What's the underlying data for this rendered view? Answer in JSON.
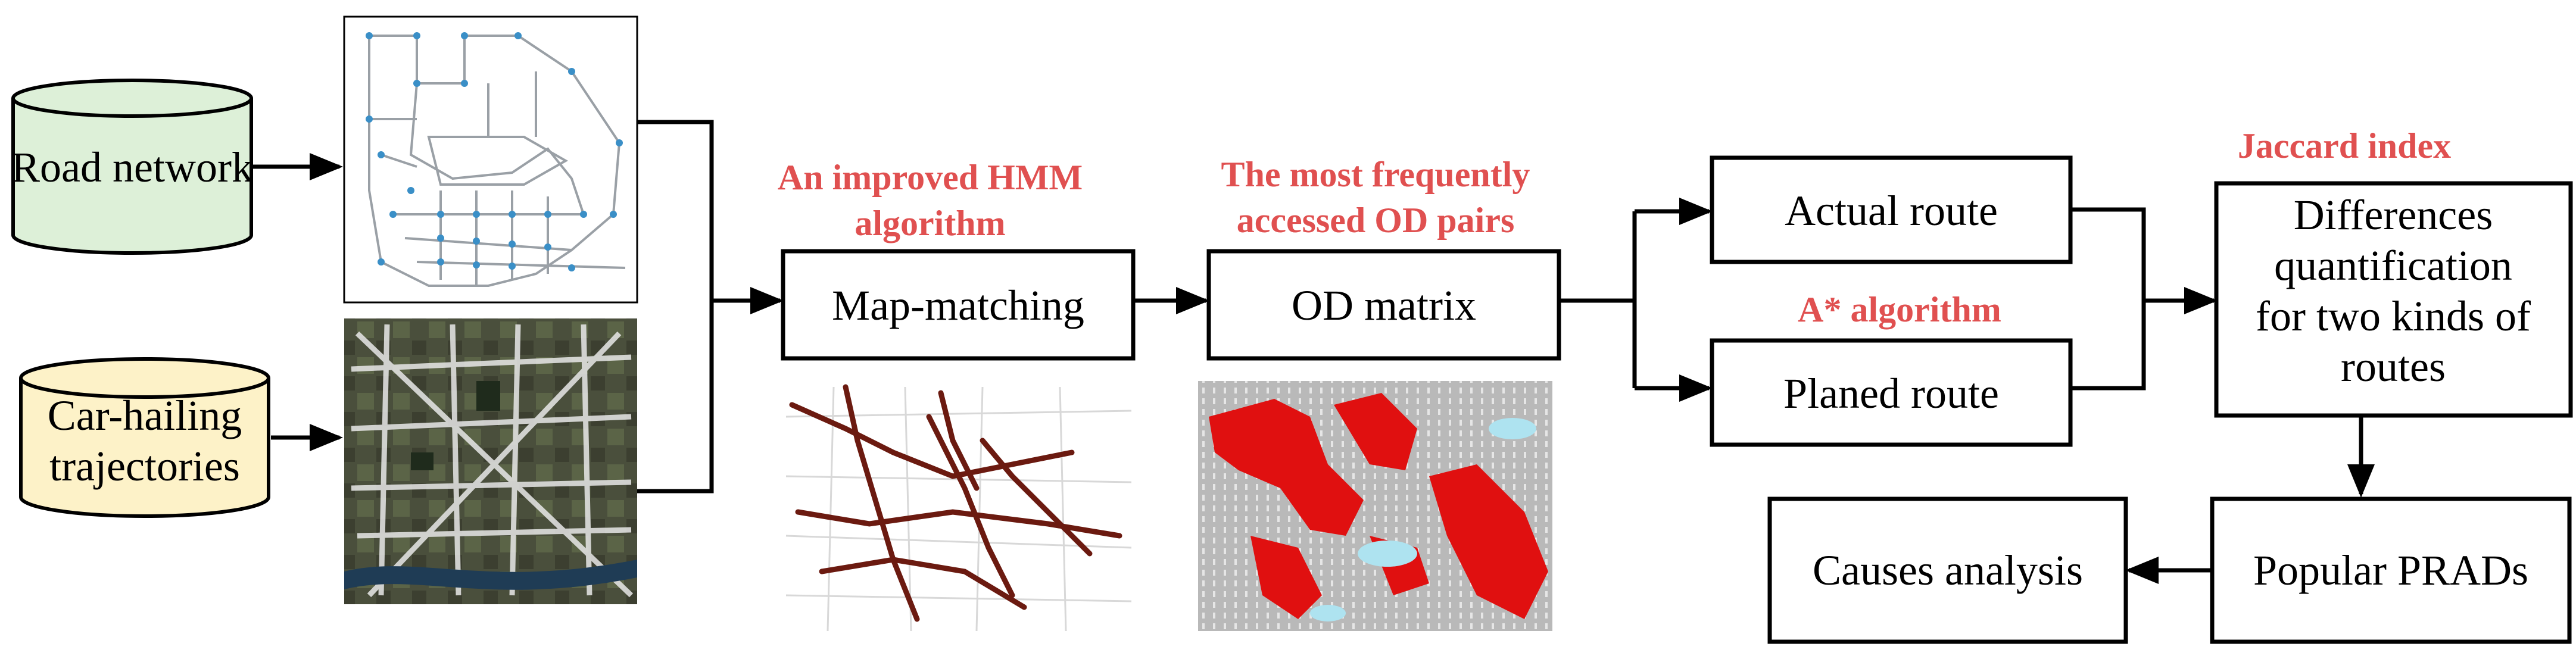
{
  "colors": {
    "red_label": "#e05050",
    "road_cylinder_fill": "#ddf0d8",
    "car_cylinder_fill": "#fdf2c8",
    "matched_route": "#6b1a10",
    "od_heat": "#e01010"
  },
  "inputs": {
    "road_network": "Road network",
    "car_hailing_line1": "Car-hailing",
    "car_hailing_line2": "trajectories"
  },
  "steps": {
    "map_matching": "Map-matching",
    "od_matrix": "OD matrix",
    "actual_route": "Actual route",
    "planed_route": "Planed route",
    "differences_line1": "Differences",
    "differences_line2": "quantification",
    "differences_line3": "for two kinds of",
    "differences_line4": "routes",
    "popular_prads": "Popular PRADs",
    "causes_analysis": "Causes analysis"
  },
  "labels": {
    "hmm_line1": "An improved HMM",
    "hmm_line2": "algorithm",
    "od_line1": "The most frequently",
    "od_line2": "accessed OD pairs",
    "astar": "A* algorithm",
    "jaccard": "Jaccard index"
  }
}
